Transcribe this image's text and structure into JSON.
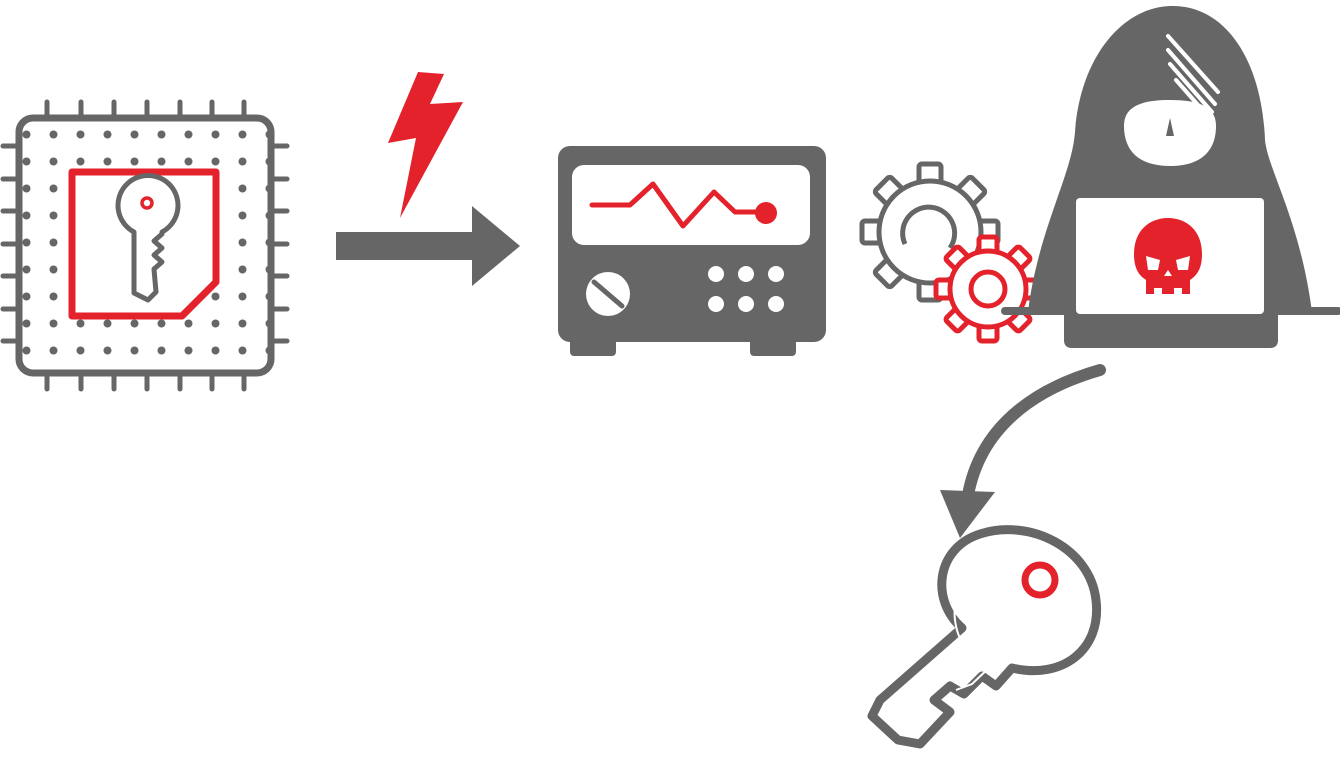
{
  "colors": {
    "gray": "#666666",
    "red": "#e4222b",
    "background": "#ffffff"
  },
  "diagram": {
    "flow": [
      "chip-icon",
      "lightning-icon",
      "flow-arrow-icon",
      "oscilloscope-icon",
      "gears-icon",
      "hacker-icon",
      "curved-arrow-icon",
      "extracted-key-icon"
    ],
    "elements": {
      "chip": {
        "icon": "chip-with-key-icon",
        "accent": "red"
      },
      "glitch": {
        "icon": "lightning-bolt-icon",
        "accent": "red"
      },
      "arrow": {
        "icon": "right-arrow-icon",
        "accent": "gray"
      },
      "instrument": {
        "icon": "signal-analyzer-icon",
        "accent": "red"
      },
      "gears": {
        "icon": "gears-icon",
        "accent": "red"
      },
      "attacker": {
        "icon": "hooded-hacker-laptop-icon",
        "accent": "red"
      },
      "result_arrow": {
        "icon": "curved-down-arrow-icon",
        "accent": "gray"
      },
      "key": {
        "icon": "key-icon",
        "accent": "red"
      }
    }
  }
}
